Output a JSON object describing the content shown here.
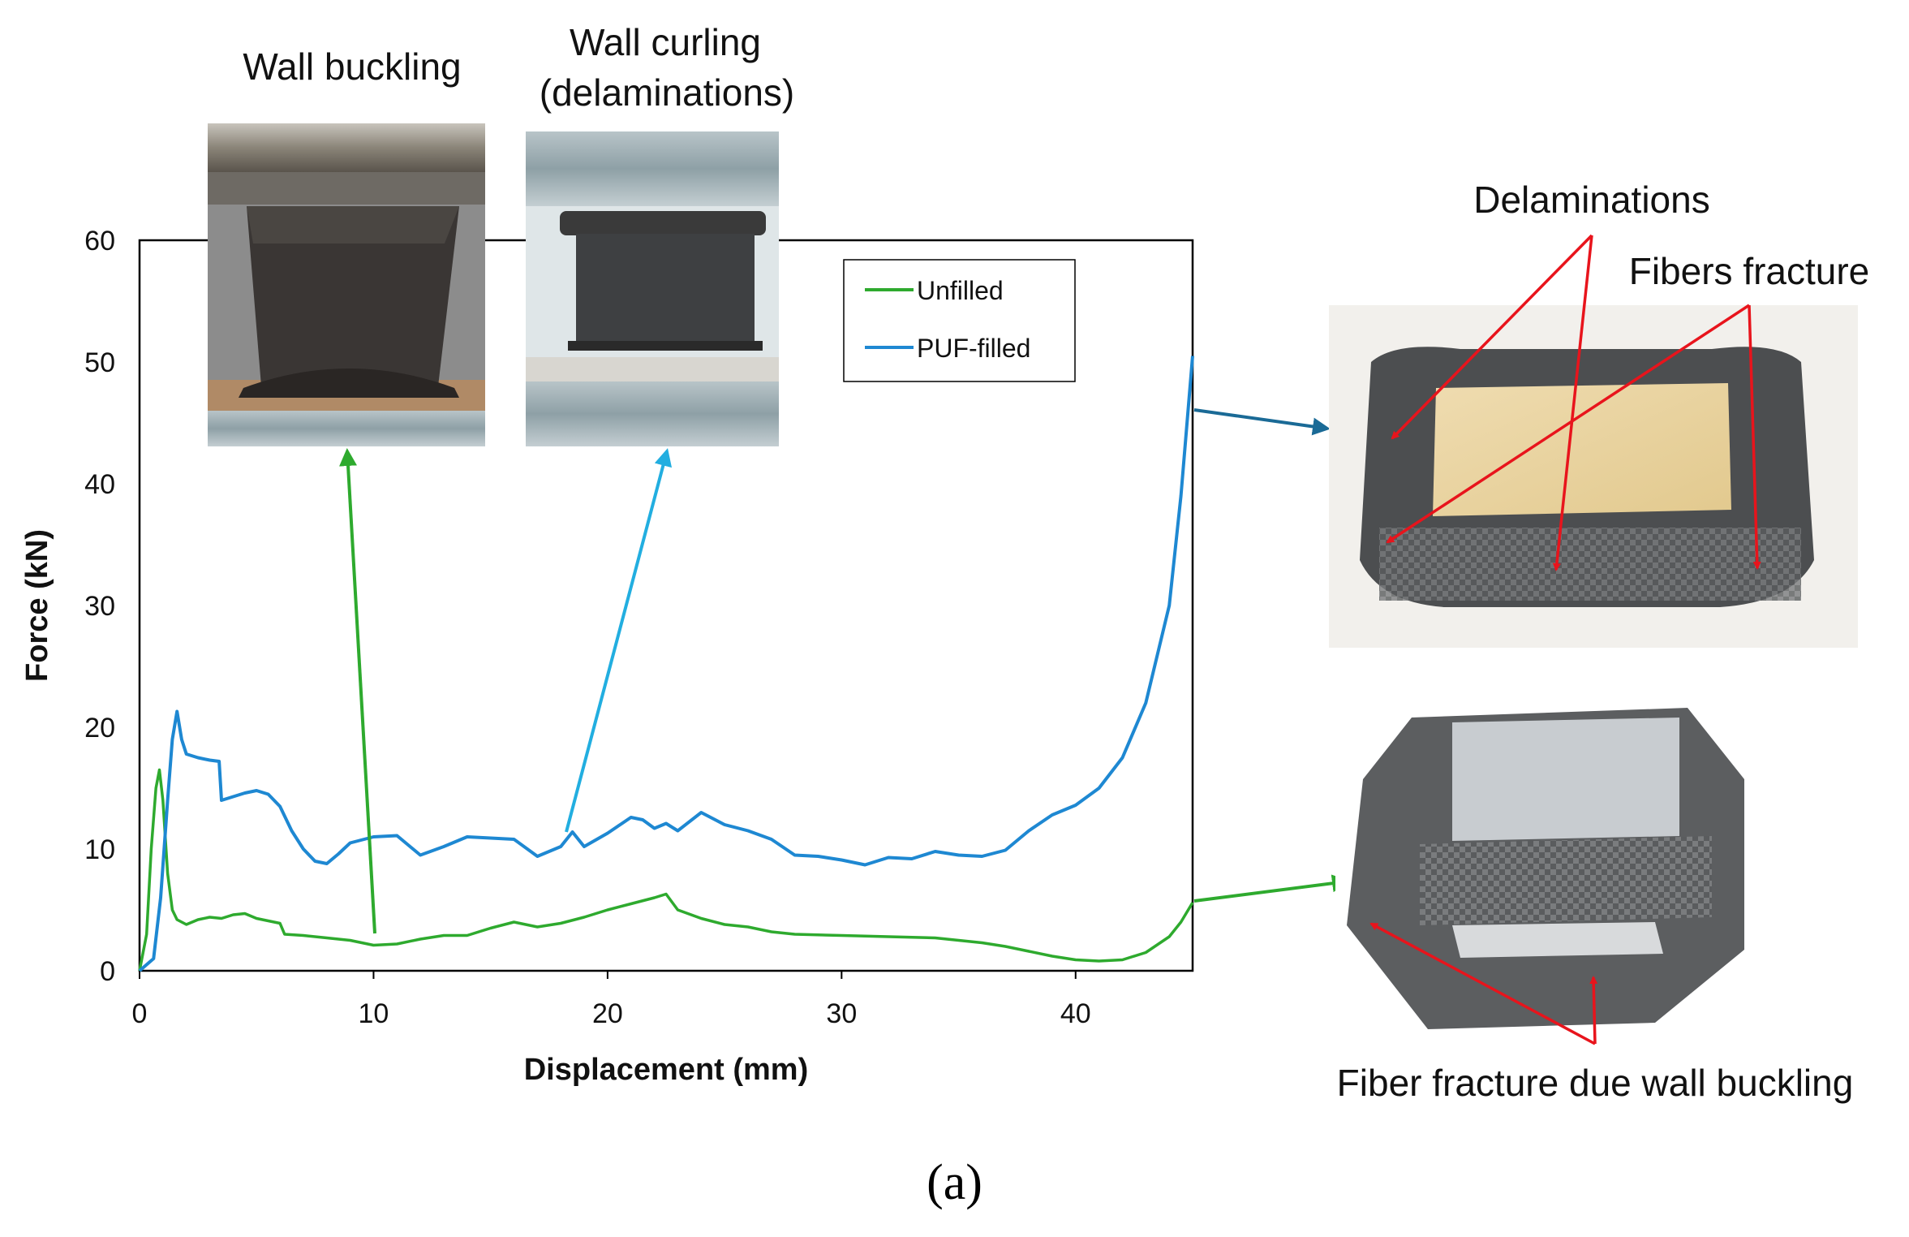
{
  "chart_data": {
    "type": "line",
    "xlabel": "Displacement (mm)",
    "ylabel": "Force (kN)",
    "xlim": [
      0,
      45
    ],
    "ylim": [
      0,
      60
    ],
    "xticks": [
      0,
      10,
      20,
      30,
      40
    ],
    "yticks": [
      0,
      10,
      20,
      30,
      40,
      50,
      60
    ],
    "grid": false,
    "legend_position": "top-right",
    "series": [
      {
        "name": "Unfilled",
        "color": "#2eaa2e",
        "x": [
          0,
          0.3,
          0.5,
          0.7,
          0.85,
          1.0,
          1.2,
          1.4,
          1.6,
          2.0,
          2.5,
          3.0,
          3.5,
          4.0,
          4.5,
          5.0,
          5.5,
          6.0,
          6.2,
          7.0,
          8.0,
          9.0,
          10.0,
          11.0,
          12.0,
          13.0,
          14.0,
          15.0,
          16.0,
          17.0,
          18.0,
          19.0,
          20.0,
          21.0,
          22.0,
          22.5,
          23.0,
          24.0,
          25.0,
          26.0,
          27.0,
          28.0,
          30.0,
          32.0,
          34.0,
          35.0,
          36.0,
          37.0,
          38.0,
          39.0,
          40.0,
          41.0,
          42.0,
          43.0,
          44.0,
          44.5,
          45.0
        ],
        "values": [
          0,
          3,
          10,
          15,
          16.5,
          14,
          8,
          5,
          4.2,
          3.8,
          4.2,
          4.4,
          4.3,
          4.6,
          4.7,
          4.3,
          4.1,
          3.9,
          3.0,
          2.9,
          2.7,
          2.5,
          2.1,
          2.2,
          2.6,
          2.9,
          2.9,
          3.5,
          4.0,
          3.6,
          3.9,
          4.4,
          5.0,
          5.5,
          6.0,
          6.3,
          5.0,
          4.3,
          3.8,
          3.6,
          3.2,
          3.0,
          2.9,
          2.8,
          2.7,
          2.5,
          2.3,
          2.0,
          1.6,
          1.2,
          0.9,
          0.8,
          0.9,
          1.5,
          2.8,
          4.0,
          5.6
        ]
      },
      {
        "name": "PUF-filled",
        "color": "#1e88d2",
        "x": [
          0,
          0.6,
          0.9,
          1.2,
          1.4,
          1.6,
          1.8,
          2.0,
          2.5,
          3.0,
          3.4,
          3.5,
          4.0,
          4.5,
          5.0,
          5.5,
          6.0,
          6.5,
          7.0,
          7.5,
          8.0,
          8.5,
          9.0,
          10.0,
          11.0,
          12.0,
          13.0,
          14.0,
          15.0,
          16.0,
          17.0,
          18.0,
          18.5,
          19.0,
          20.0,
          21.0,
          21.5,
          22.0,
          22.5,
          23.0,
          24.0,
          25.0,
          26.0,
          27.0,
          28.0,
          29.0,
          30.0,
          31.0,
          32.0,
          33.0,
          34.0,
          35.0,
          36.0,
          37.0,
          38.0,
          39.0,
          40.0,
          41.0,
          42.0,
          43.0,
          44.0,
          44.5,
          45.0
        ],
        "values": [
          0,
          1,
          6,
          14,
          19,
          21.3,
          19,
          17.8,
          17.5,
          17.3,
          17.2,
          14,
          14.3,
          14.6,
          14.8,
          14.5,
          13.5,
          11.5,
          10,
          9,
          8.8,
          9.6,
          10.5,
          11.0,
          11.1,
          9.5,
          10.2,
          11.0,
          10.9,
          10.8,
          9.4,
          10.2,
          11.4,
          10.2,
          11.3,
          12.6,
          12.4,
          11.7,
          12.1,
          11.5,
          13.0,
          12.0,
          11.5,
          10.8,
          9.5,
          9.4,
          9.1,
          8.7,
          9.3,
          9.2,
          9.8,
          9.5,
          9.4,
          9.9,
          11.5,
          12.8,
          13.6,
          15.0,
          17.5,
          22.0,
          30.0,
          39.0,
          50.5
        ]
      }
    ]
  },
  "photos": {
    "left_title": "Wall buckling",
    "middle_title_line1": "Wall curling",
    "middle_title_line2": "(delaminations)"
  },
  "annotations": {
    "delaminations": "Delaminations",
    "fibers_fracture": "Fibers fracture",
    "fiber_fracture_buckling": "Fiber fracture due wall buckling"
  },
  "caption": "(a)"
}
